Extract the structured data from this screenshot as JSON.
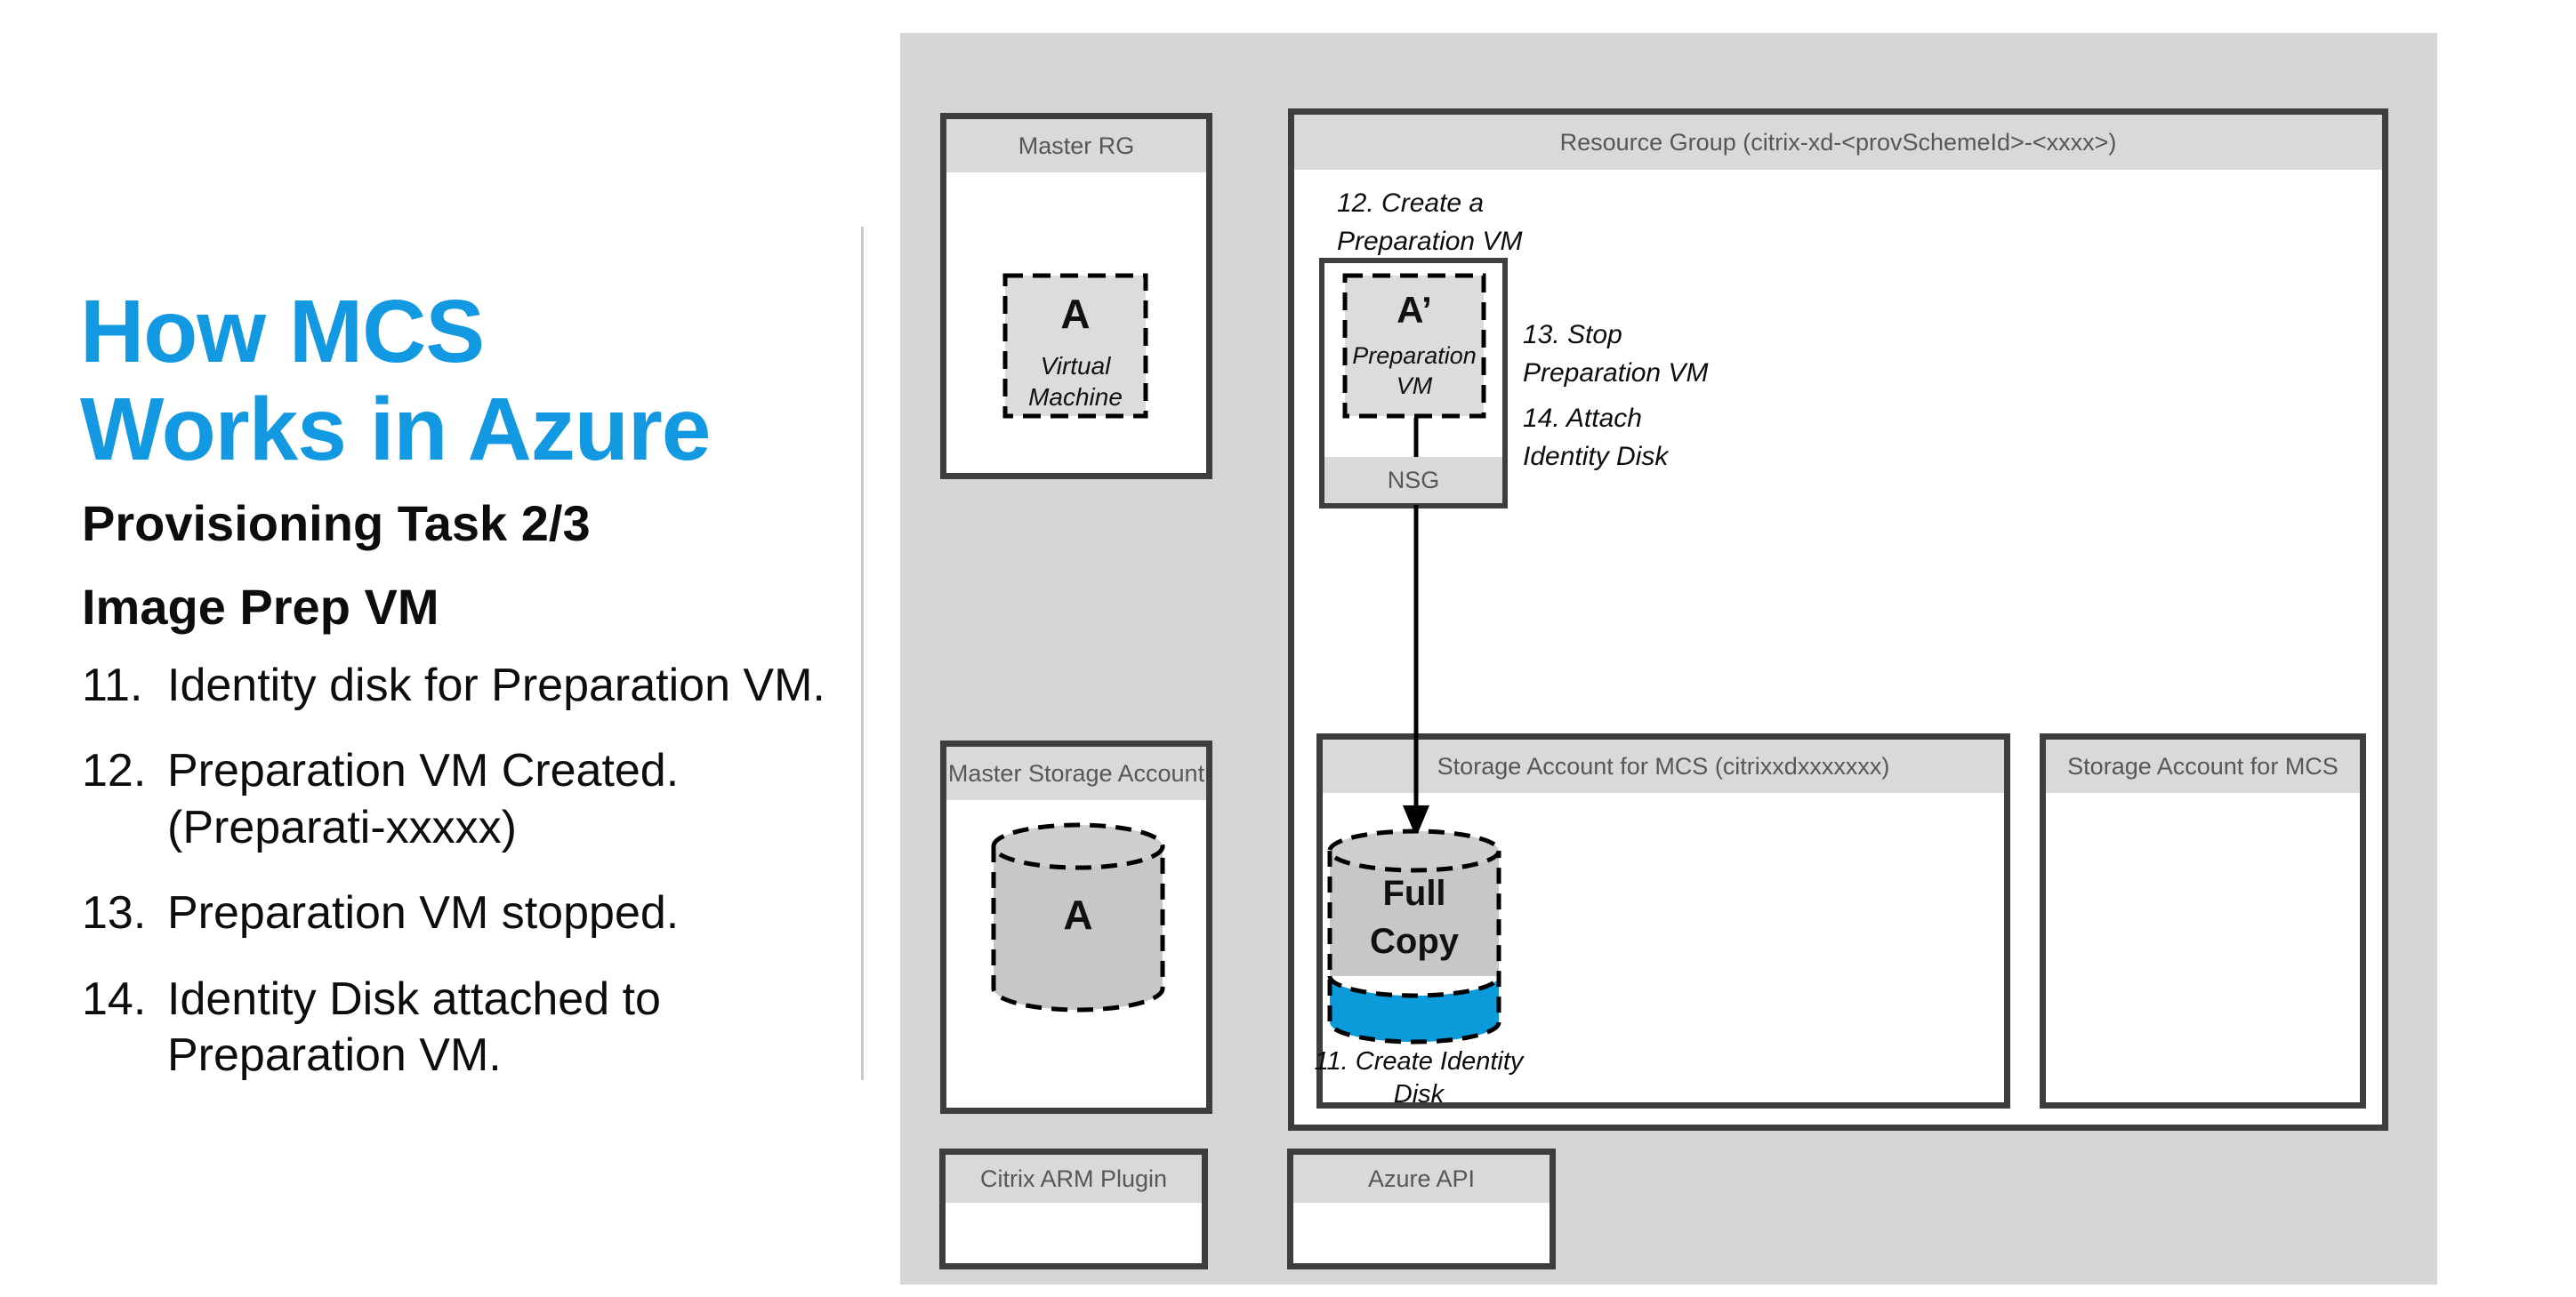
{
  "left_panel": {
    "title": "How MCS\nWorks in Azure",
    "subtitle1": "Provisioning Task 2/3",
    "subtitle2": "Image Prep VM",
    "steps": [
      {
        "num": "11.",
        "text": "Identity disk for Preparation VM."
      },
      {
        "num": "12.",
        "text": "Preparation VM Created. (Preparati-xxxxx)"
      },
      {
        "num": "13.",
        "text": "Preparation VM stopped."
      },
      {
        "num": "14.",
        "text": "Identity Disk attached to Preparation VM."
      }
    ]
  },
  "diagram": {
    "master_rg": {
      "title": "Master RG",
      "vm_label": "A",
      "vm_sublabel": "Virtual\nMachine"
    },
    "resource_group": {
      "title": "Resource Group (citrix-xd-<provSchemeId>-<xxxx>)"
    },
    "prep_vm": {
      "label": "A’",
      "sublabel": "Preparation\nVM",
      "nsg": "NSG"
    },
    "annotations": {
      "create_prep_vm": "12. Create a\nPreparation VM",
      "stop_prep_vm": "13. Stop\nPreparation VM",
      "attach_identity": "14. Attach\nIdentity Disk",
      "create_identity": "11. Create Identity\nDisk"
    },
    "storage_mcs_left": {
      "title": "Storage Account for MCS (citrixxdxxxxxxx)",
      "disk_label": "Full\nCopy"
    },
    "storage_mcs_right": {
      "title": "Storage Account for MCS"
    },
    "master_storage": {
      "title": "Master Storage Account",
      "disk_label": "A"
    },
    "citrix_arm": {
      "title": "Citrix ARM Plugin"
    },
    "azure_api": {
      "title": "Azure API"
    }
  },
  "colors": {
    "title_blue": "#1299E2",
    "identity_disk_blue": "#0C9BDA",
    "panel_gray": "#D6D6D8",
    "header_band_gray": "#D9D9D9",
    "box_border": "#3E3E3E",
    "disk_gray": "#C7C7C7",
    "dashed_fill_gray": "#DCDCDC",
    "header_text": "#575757"
  }
}
